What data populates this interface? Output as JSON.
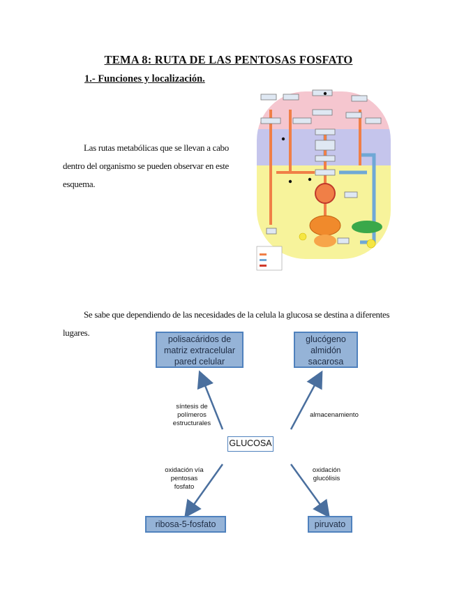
{
  "header": {
    "title": "TEMA 8: RUTA DE LAS PENTOSAS FOSFATO",
    "section": "1.- Funciones y localización."
  },
  "paragraphs": {
    "p1": "Las rutas metabólicas que se llevan a cabo dentro del organismo se pueden observar en este esquema.",
    "p2": "Se sabe que dependiendo de las necesidades de la celula la glucosa se destina a diferentes lugares."
  },
  "metabolism_figure": {
    "colors": {
      "top": "#f5c6cf",
      "middle": "#c5c5ec",
      "bottom": "#f7f39b",
      "catabolic": "#f07f47",
      "anabolic": "#6fa8d6",
      "electron": "#d03a2b"
    }
  },
  "glucose_diagram": {
    "center": "GLUCOSA",
    "top_left_box": [
      "polisacáridos de",
      "matriz extracelular",
      "pared celular"
    ],
    "top_right_box": [
      "glucógeno",
      "almidón",
      "sacarosa"
    ],
    "bottom_left_box": "ribosa-5-fosfato",
    "bottom_right_box": "piruvato",
    "label_top_left": [
      "síntesis de",
      "polímeros",
      "estructurales"
    ],
    "label_top_right": "almacenamiento",
    "label_bottom_left": [
      "oxidación vía",
      "pentosas",
      "fosfato"
    ],
    "label_bottom_right": [
      "oxidación",
      "glucólisis"
    ],
    "colors": {
      "box_fill": "#95b3d7",
      "box_border": "#4f81bd",
      "arrow": "#4a6f9e"
    }
  }
}
